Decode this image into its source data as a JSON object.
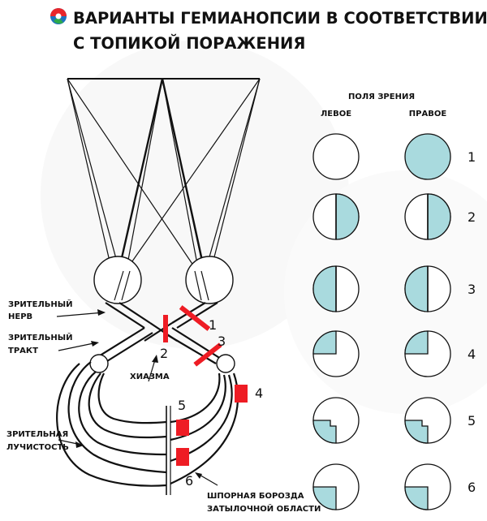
{
  "title": {
    "line1": "ВАРИАНТЫ ГЕМИАНОПСИИ В СООТВЕТСТВИИ",
    "line2": "С ТОПИКОЙ ПОРАЖЕНИЯ"
  },
  "labels": {
    "optic_nerve_1": "ЗРИТЕЛЬНЫЙ",
    "optic_nerve_2": "НЕРВ",
    "optic_tract_1": "ЗРИТЕЛЬНЫЙ",
    "optic_tract_2": "ТРАКТ",
    "chiasm": "ХИАЗМА",
    "radiation_1": "ЗРИТЕЛЬНАЯ",
    "radiation_2": "ЛУЧИСТОСТЬ",
    "sulcus_1": "ШПОРНАЯ БОРОЗДА",
    "sulcus_2": "ЗАТЫЛОЧНОЙ ОБЛАСТИ"
  },
  "lesion_numbers": [
    "1",
    "2",
    "3",
    "4",
    "5",
    "6"
  ],
  "fields": {
    "header": "ПОЛЯ ЗРЕНИЯ",
    "left_label": "ЛЕВОЕ",
    "right_label": "ПРАВОЕ",
    "rows": [
      {
        "number": "1",
        "left": "none",
        "right": "full"
      },
      {
        "number": "2",
        "left": "right-half",
        "right": "right-half"
      },
      {
        "number": "3",
        "left": "left-half",
        "right": "left-half"
      },
      {
        "number": "4",
        "left": "upper-left-quadrant",
        "right": "upper-left-quadrant"
      },
      {
        "number": "5",
        "left": "lower-left-quadrant-macular-sparing",
        "right": "lower-left-quadrant-macular-sparing"
      },
      {
        "number": "6",
        "left": "lower-left-quadrant",
        "right": "lower-left-quadrant"
      }
    ]
  },
  "colors": {
    "fill": "#a9dade",
    "lesion": "#ee1c24",
    "ink": "#111111"
  }
}
